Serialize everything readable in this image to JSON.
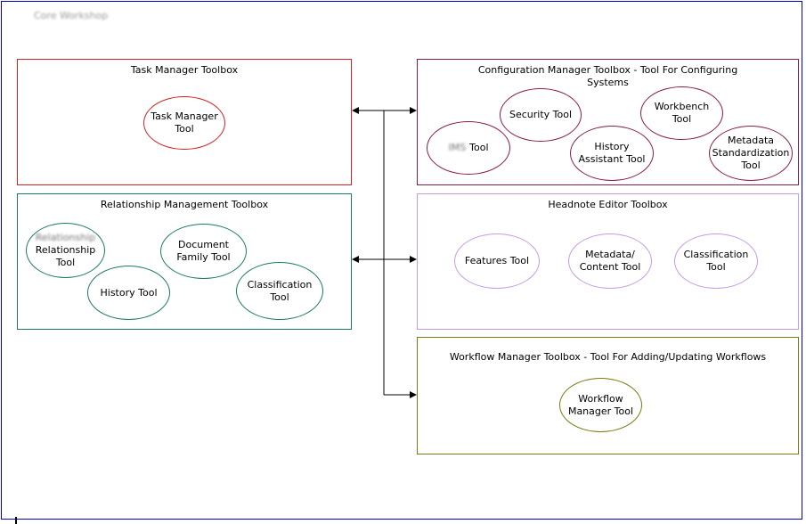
{
  "page": {
    "title": "Core Workshop"
  },
  "colors": {
    "frame": "#0000c8",
    "task": "#d42020",
    "config": "#8b1a4a",
    "relationship": "#1a7a66",
    "headnote": "#c79ae6",
    "workflow": "#7a7a10",
    "connector": "#000000"
  },
  "boxes": {
    "task": {
      "title": "Task Manager Toolbox",
      "tools": {
        "task_manager": [
          "Task Manager",
          "Tool"
        ]
      }
    },
    "config": {
      "title": [
        "Configuration Manager Toolbox - Tool For Configuring",
        "Systems"
      ],
      "tools": {
        "security": [
          "Security Tool"
        ],
        "workbench": [
          "Workbench",
          "Tool"
        ],
        "xx": [
          "IMS",
          "Tool"
        ],
        "history_assistant": [
          "History",
          "Assistant Tool"
        ],
        "metadata_std": [
          "Metadata",
          "Standardization",
          "Tool"
        ]
      }
    },
    "relationship": {
      "title": "Relationship Management Toolbox",
      "tools": {
        "relationship": [
          "Relationship",
          "Relationship",
          "Tool"
        ],
        "document_family": [
          "Document",
          "Family Tool"
        ],
        "history": [
          "History Tool"
        ],
        "classification": [
          "Classification",
          "Tool"
        ]
      }
    },
    "headnote": {
      "title": "Headnote Editor Toolbox",
      "tools": {
        "features": [
          "Features Tool"
        ],
        "metadata_content": [
          "Metadata/",
          "Content Tool"
        ],
        "classification": [
          "Classification",
          "Tool"
        ]
      }
    },
    "workflow": {
      "title": "Workflow Manager Toolbox - Tool For Adding/Updating Workflows",
      "tools": {
        "workflow_manager": [
          "Workflow",
          "Manager Tool"
        ]
      }
    }
  }
}
